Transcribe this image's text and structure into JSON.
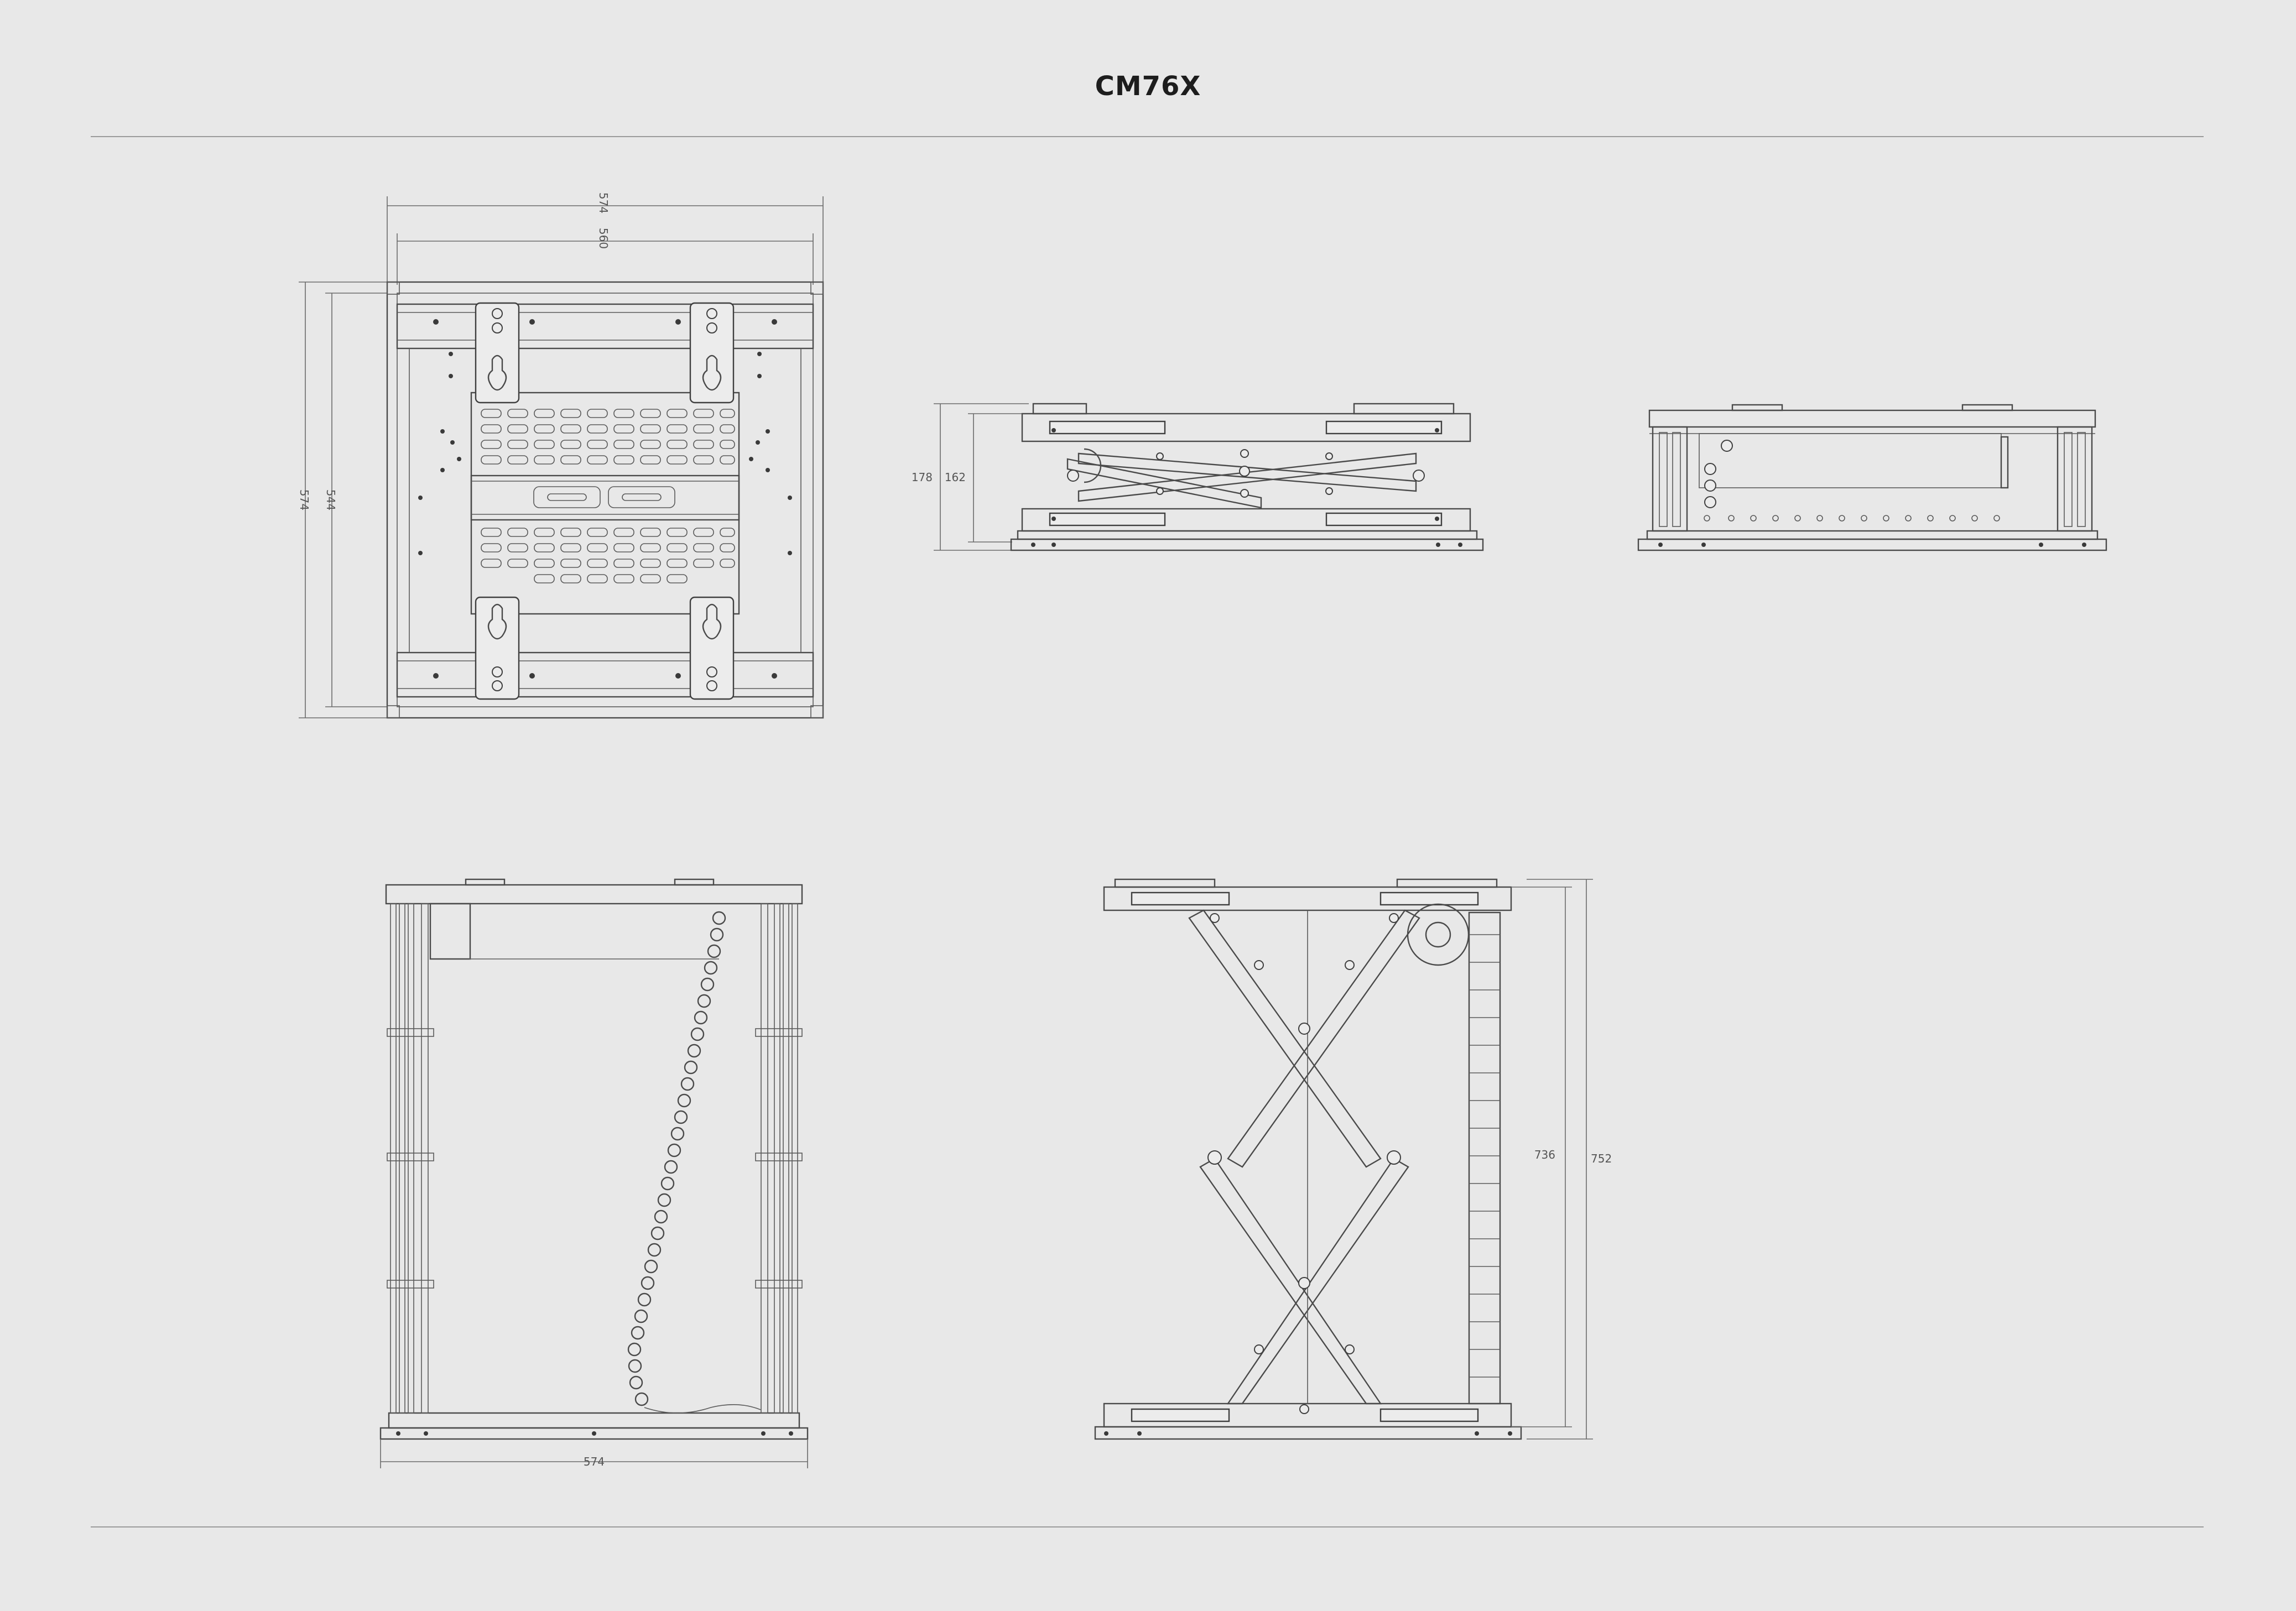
{
  "title": "CM76X",
  "dimensions": {
    "top_width_outer": "574",
    "top_width_inner": "560",
    "top_height_outer": "574",
    "top_height_inner": "544",
    "side_closed_outer": "178",
    "side_closed_inner": "162",
    "front_open_width": "574",
    "side_open_inner": "736",
    "side_open_outer": "752"
  }
}
